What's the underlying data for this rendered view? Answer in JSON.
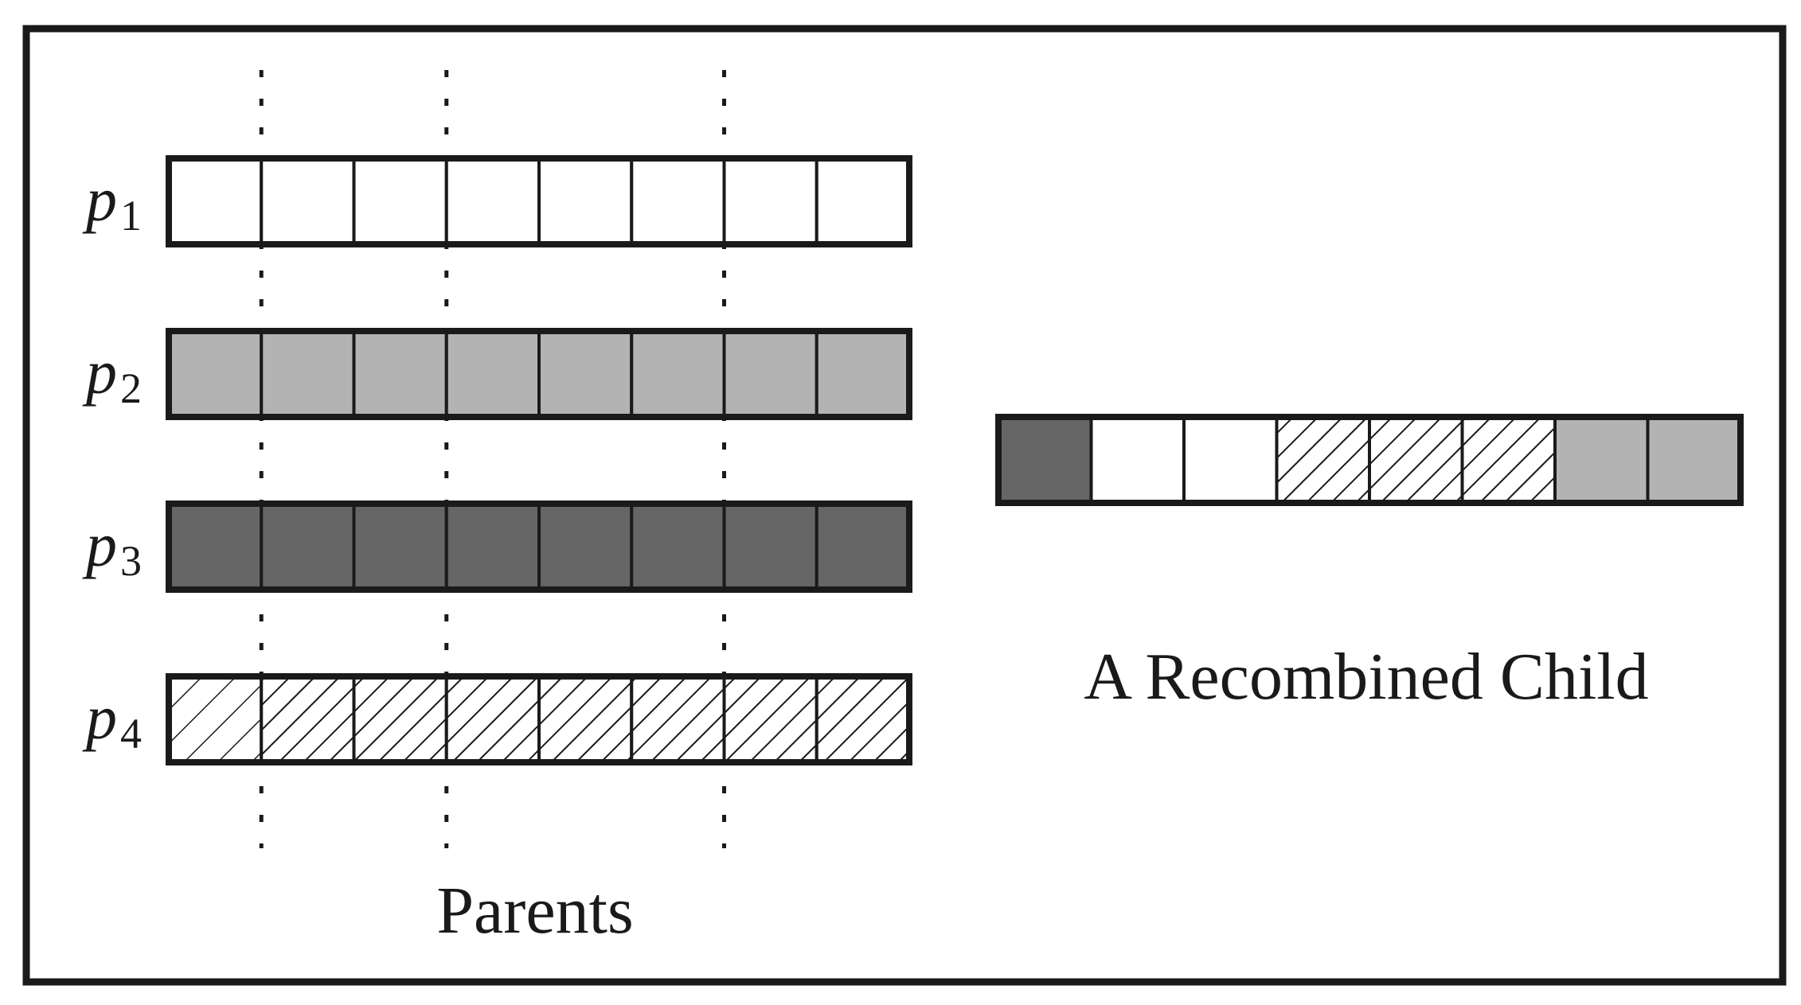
{
  "parents": {
    "caption": "Parents",
    "rows": [
      {
        "name": "p",
        "sub": "1",
        "pattern": "white"
      },
      {
        "name": "p",
        "sub": "2",
        "pattern": "light"
      },
      {
        "name": "p",
        "sub": "3",
        "pattern": "dark"
      },
      {
        "name": "p",
        "sub": "4",
        "pattern": "hatch"
      }
    ],
    "cells_per_row": 8,
    "cut_points": [
      1,
      3,
      6
    ]
  },
  "child": {
    "caption": "A Recombined Child",
    "cells": [
      "dark",
      "white",
      "white",
      "hatch",
      "hatch",
      "hatch",
      "light",
      "light"
    ]
  },
  "colors": {
    "white": "#ffffff",
    "light": "#b3b3b3",
    "dark": "#666666",
    "stroke": "#1a1a1a"
  }
}
